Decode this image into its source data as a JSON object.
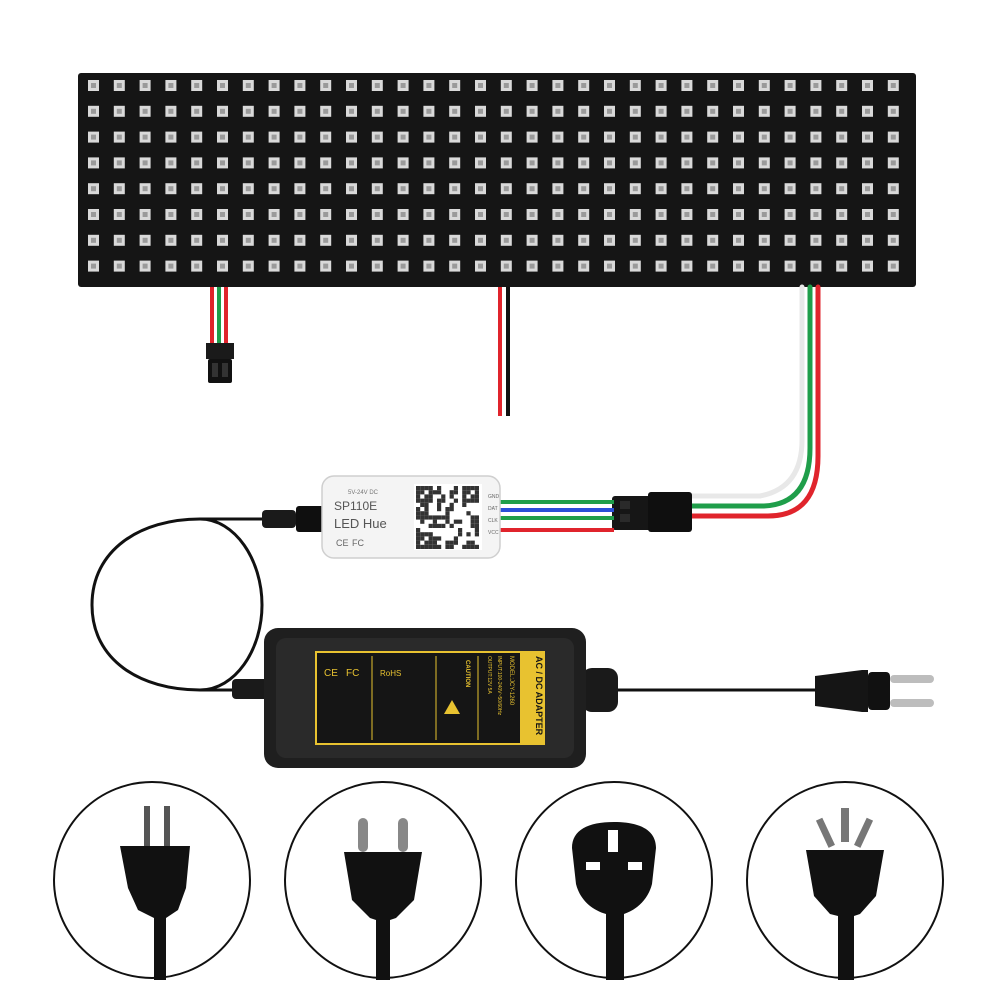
{
  "controller": {
    "model": "SP110E",
    "brand": "LED Hue",
    "voltage_label": "5V-24V DC",
    "pin_labels": [
      "GND",
      "DAT",
      "CLK",
      "VCC"
    ],
    "marks": [
      "CE",
      "FC"
    ]
  },
  "adapter": {
    "title": "AC / DC ADAPTER",
    "model": "MODEL:JCY-1260",
    "caution": "CAUTION",
    "lines": [
      "INPUT:100-240V~50/60Hz",
      "OUTPUT:12V 5A"
    ],
    "marks": [
      "CE",
      "FC",
      "RoHS"
    ]
  },
  "plugs": [
    {
      "name": "US"
    },
    {
      "name": "EU"
    },
    {
      "name": "UK"
    },
    {
      "name": "AU"
    }
  ],
  "colors": {
    "panel": "#151515",
    "led": "#d9d9d9",
    "wire_red": "#e0242c",
    "wire_green": "#1f9e4a",
    "wire_white": "#e8e8e8",
    "wire_blue": "#2b4fd8",
    "wire_black": "#111111",
    "adapter_body": "#1f1f1f",
    "label_yellow": "#e8c230"
  }
}
